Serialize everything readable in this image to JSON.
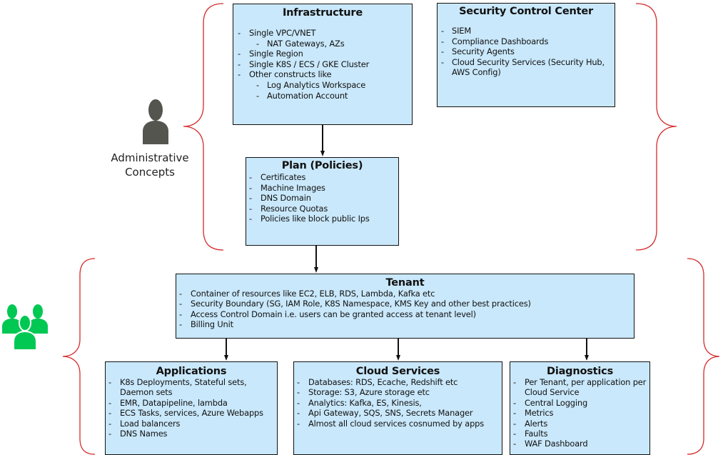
{
  "diagram": {
    "colors": {
      "box_fill": "#c9e8fb",
      "box_border": "#111111",
      "brace": "#d42a2a",
      "admin_icon": "#555550",
      "tenant_icon": "#00c853"
    },
    "admin_group": {
      "icon": "person-icon",
      "label": "Administrative Concepts"
    },
    "tenant_group": {
      "icon": "user-group-icon"
    },
    "boxes": {
      "infrastructure": {
        "title": "Infrastructure",
        "items": [
          {
            "text": "Single VPC/VNET",
            "level": 0
          },
          {
            "text": "NAT Gateways, AZs",
            "level": 1
          },
          {
            "text": "Single Region",
            "level": 0
          },
          {
            "text": "Single K8S / ECS / GKE Cluster",
            "level": 0
          },
          {
            "text": "Other constructs like",
            "level": 0
          },
          {
            "text": "Log Analytics Workspace",
            "level": 1
          },
          {
            "text": "Automation Account",
            "level": 1
          }
        ]
      },
      "security_control_center": {
        "title": "Security Control Center",
        "items": [
          {
            "text": "SIEM"
          },
          {
            "text": "Compliance Dashboards"
          },
          {
            "text": "Security Agents"
          },
          {
            "text": "Cloud Security Services (Security Hub, AWS Config)"
          }
        ]
      },
      "plan": {
        "title": "Plan (Policies)",
        "items": [
          {
            "text": "Certificates"
          },
          {
            "text": "Machine Images"
          },
          {
            "text": "DNS Domain"
          },
          {
            "text": "Resource Quotas"
          },
          {
            "text": "Policies like block public Ips"
          }
        ]
      },
      "tenant": {
        "title": "Tenant",
        "items": [
          {
            "text": "Container of resources like EC2, ELB, RDS, Lambda, Kafka etc"
          },
          {
            "text": "Security Boundary (SG, IAM Role, K8S Namespace, KMS Key and other best practices)"
          },
          {
            "text": "Access Control Domain i.e. users can be granted access at tenant level)"
          },
          {
            "text": "Billing Unit"
          }
        ]
      },
      "applications": {
        "title": "Applications",
        "items": [
          {
            "text": "K8s Deployments, Stateful sets, Daemon sets"
          },
          {
            "text": "EMR, Datapipeline, lambda"
          },
          {
            "text": "ECS Tasks, services, Azure Webapps"
          },
          {
            "text": "Load balancers"
          },
          {
            "text": "DNS Names"
          }
        ]
      },
      "cloud_services": {
        "title": "Cloud Services",
        "items": [
          {
            "text": "Databases: RDS, Ecache, Redshift etc"
          },
          {
            "text": "Storage: S3, Azure storage etc"
          },
          {
            "text": "Analytics: Kafka, ES, Kinesis,"
          },
          {
            "text": "Api Gateway, SQS, SNS, Secrets Manager"
          },
          {
            "text": "Almost all cloud services cosnumed by apps"
          }
        ]
      },
      "diagnostics": {
        "title": "Diagnostics",
        "items": [
          {
            "text": "Per Tenant,  per application per Cloud Service"
          },
          {
            "text": "Central Logging"
          },
          {
            "text": "Metrics"
          },
          {
            "text": "Alerts"
          },
          {
            "text": "Faults"
          },
          {
            "text": "WAF Dashboard"
          }
        ]
      }
    },
    "edges": [
      {
        "from": "infrastructure",
        "to": "plan"
      },
      {
        "from": "plan",
        "to": "tenant"
      },
      {
        "from": "tenant",
        "to": "applications"
      },
      {
        "from": "tenant",
        "to": "cloud_services"
      },
      {
        "from": "tenant",
        "to": "diagnostics"
      }
    ]
  }
}
